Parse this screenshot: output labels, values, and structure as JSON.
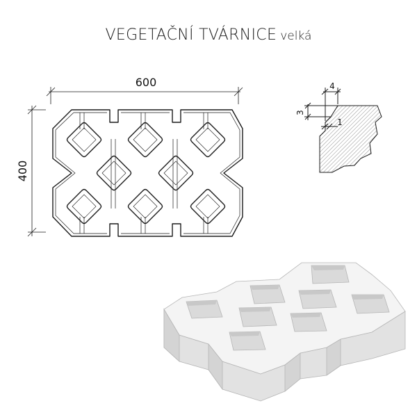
{
  "title": {
    "main": "VEGETAČNÍ TVÁRNICE",
    "sub": "velká"
  },
  "plan": {
    "width_label": "600",
    "height_label": "400"
  },
  "detail": {
    "dim_a": "4",
    "dim_b": "3",
    "dim_c": "1"
  },
  "colors": {
    "line": "#1a1a1a",
    "concrete_top": "#f4f4f4",
    "concrete_side": "#e2e2e2",
    "concrete_dark": "#cfcfcf"
  }
}
